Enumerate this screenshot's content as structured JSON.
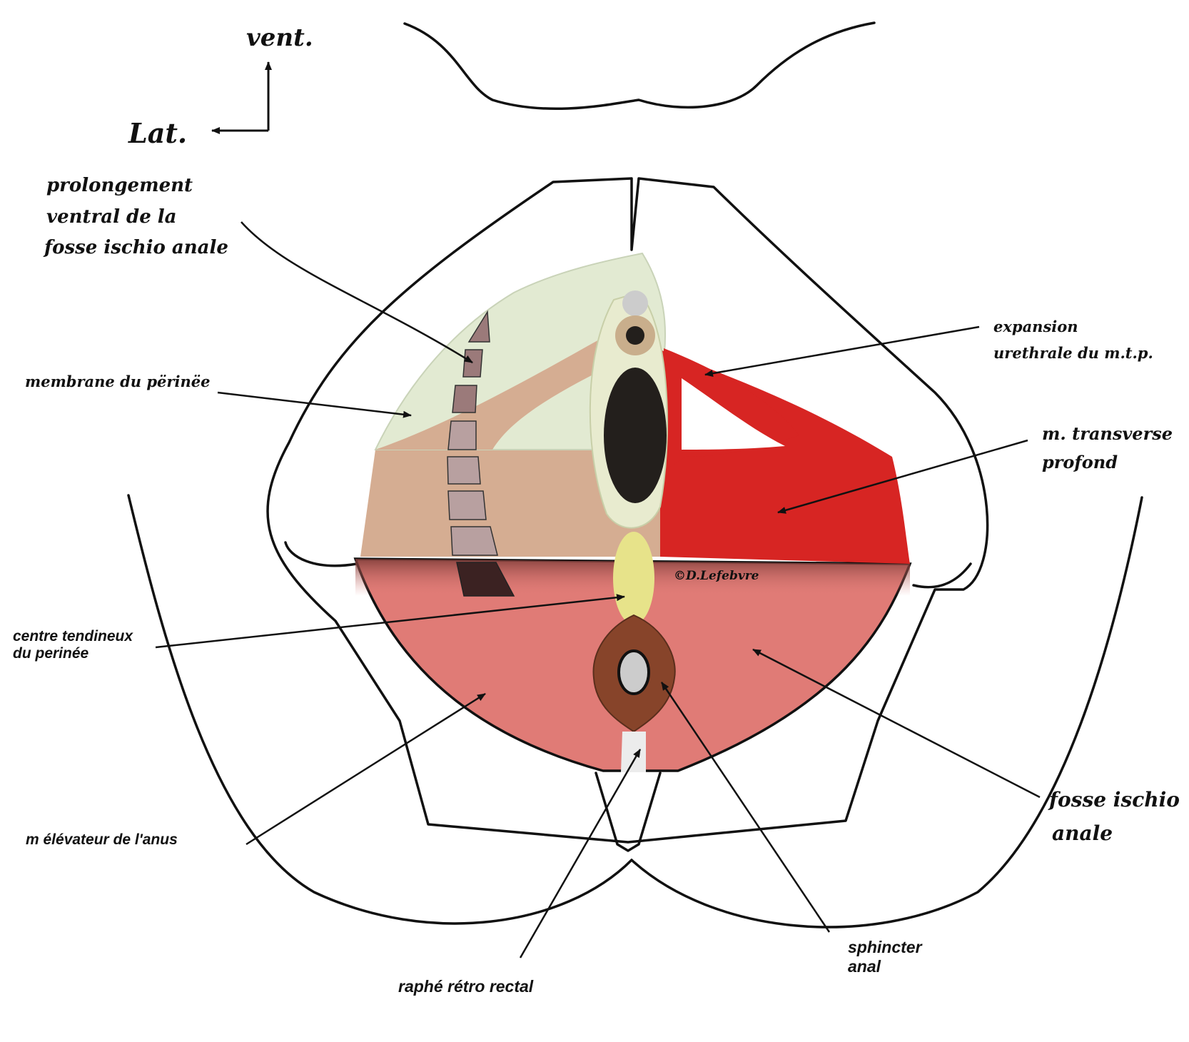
{
  "orientation": {
    "ventral": "vent.",
    "lateral": "Lat."
  },
  "labels": {
    "prolongement_1": "prolongement",
    "prolongement_2": "ventral de la",
    "prolongement_3": "fosse ischio anale",
    "membrane": "membrane du përinëe",
    "expansion_1": "expansion",
    "expansion_2": "urethrale du m.t.p.",
    "transverse_1": "m. transverse",
    "transverse_2": "profond",
    "centre_1": "centre tendineux",
    "centre_2": "du perinée",
    "elevateur": "m élévateur de l'anus",
    "fosse_1": "fosse ischio",
    "fosse_2": "anale",
    "sphincter_1": "sphincter",
    "sphincter_2": "anal",
    "raphe": "raphé rétro rectal",
    "copyright": "©D.Lefebvre"
  },
  "colors": {
    "membrane_green": "#e2ead2",
    "tan": "#d5ad92",
    "deep_transverse_red": "#d72523",
    "levator_pink": "#e07b76",
    "central_tendon_yellow": "#e7e38a",
    "anal_sphincter_brown": "#87442a",
    "urethra_black": "#231f1c"
  }
}
